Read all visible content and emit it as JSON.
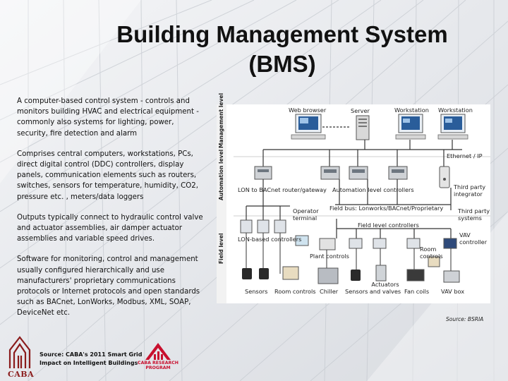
{
  "slide": {
    "title_line1": "Building Management System",
    "title_line2": "(BMS)"
  },
  "body": {
    "paragraphs": [
      "A computer-based control system - controls and monitors building HVAC and electrical equipment  - commonly also systems for lighting, power, security, fire detection and alarm",
      "Comprises central computers, workstations, PCs, direct digital control (DDC) controllers, display panels, communication elements such as routers, switches, sensors for temperature, humidity, CO2, pressure etc. , meters/data loggers",
      "Outputs typically connect to hydraulic control valve and actuator assemblies, air damper actuator assemblies and variable speed drives.",
      "Software for monitoring, control and management usually configured hierarchically and use manufacturers' proprietary communications protocols or Internet protocols and open standards such as BACnet, LonWorks, Modbus, XML, SOAP, DeviceNet etc."
    ]
  },
  "diagram": {
    "levels": {
      "management": "Management level",
      "automation": "Automation level",
      "field": "Field level"
    },
    "labels": {
      "web_browser": "Web browser",
      "server": "Server",
      "workstation_1": "Workstation",
      "workstation_2": "Workstation",
      "ethernet": "Ethernet / IP",
      "lon_router": "LON to BACnet router/gateway",
      "automation_controllers": "Automation level controllers",
      "third_party_integrator": "Third party integrator",
      "field_bus": "Field bus: Lonworks/BACnet/Proprietary",
      "operator_terminal": "Operator terminal",
      "third_party_systems": "Third party systems",
      "field_level_controllers": "Field level controllers",
      "lon_based_controllers": "LON-based controllers",
      "vav_controller": "VAV controller",
      "plant_controls": "Plant controls",
      "room_controls_right": "Room controls",
      "sensors_1": "Sensors",
      "room_controls": "Room controls",
      "chiller": "Chiller",
      "sensors_2": "Sensors",
      "actuators": "Actuators and valves",
      "fan_coils": "Fan coils",
      "vav_box": "VAV box"
    },
    "source": "Source: BSRIA"
  },
  "footer": {
    "source_line1": "Source: CABA's 2011 Smart Grid",
    "source_line2": "Impact on Intelligent Buildings",
    "caba_logo": "CABA",
    "program_line1": "CABA RESEARCH",
    "program_line2": "PROGRAM"
  },
  "colors": {
    "logo_red": "#8a1b1b",
    "program_red": "#c8102e"
  }
}
